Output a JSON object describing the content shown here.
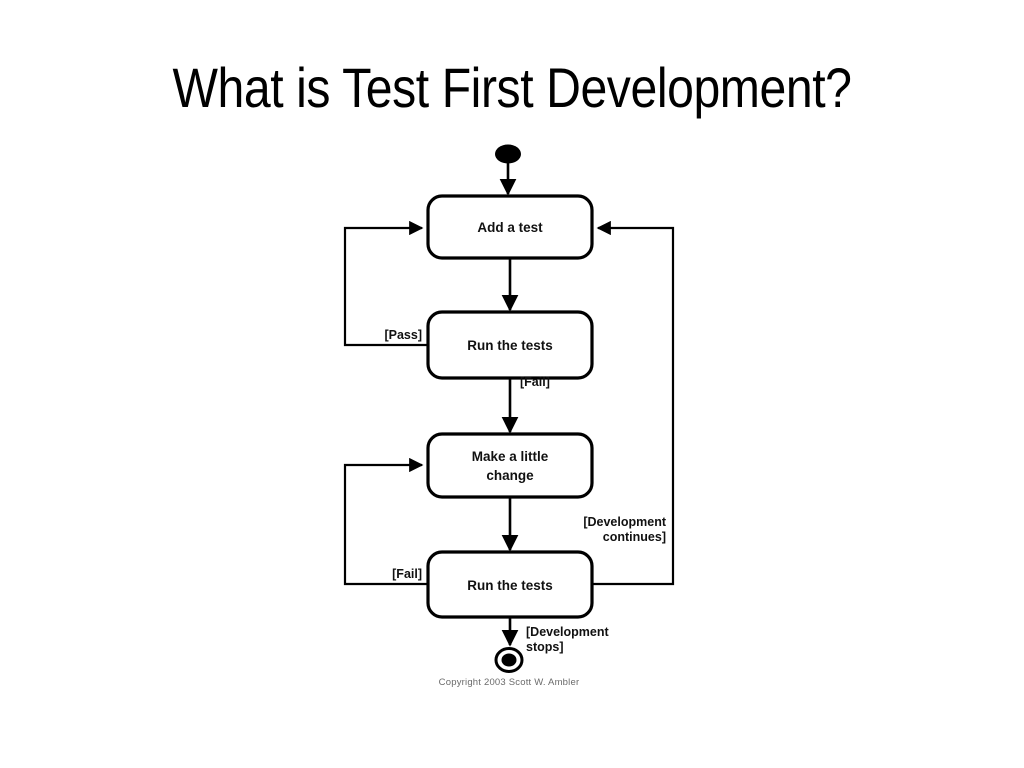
{
  "slide": {
    "title": "What is Test First Development?",
    "background_color": "#ffffff",
    "text_color": "#000000"
  },
  "diagram": {
    "type": "uml-activity-diagram",
    "title": "Test First Development",
    "copyright": "Copyright 2003 Scott W. Ambler",
    "nodes": [
      {
        "id": "start",
        "kind": "initial-node",
        "label": ""
      },
      {
        "id": "add-test",
        "kind": "action",
        "label": "Add a test"
      },
      {
        "id": "run-tests-1",
        "kind": "action",
        "label": "Run the tests"
      },
      {
        "id": "make-change",
        "kind": "action",
        "label_line1": "Make a little",
        "label_line2": "change"
      },
      {
        "id": "run-tests-2",
        "kind": "action",
        "label": "Run the tests"
      },
      {
        "id": "end",
        "kind": "final-node",
        "label": ""
      }
    ],
    "edges": [
      {
        "from": "start",
        "to": "add-test",
        "guard": ""
      },
      {
        "from": "add-test",
        "to": "run-tests-1",
        "guard": ""
      },
      {
        "from": "run-tests-1",
        "to": "add-test",
        "guard": "[Pass]"
      },
      {
        "from": "run-tests-1",
        "to": "make-change",
        "guard": "[Fail]"
      },
      {
        "from": "make-change",
        "to": "run-tests-2",
        "guard": ""
      },
      {
        "from": "run-tests-2",
        "to": "make-change",
        "guard": "[Fail]"
      },
      {
        "from": "run-tests-2",
        "to": "add-test",
        "guard_line1": "[Development",
        "guard_line2": "continues]"
      },
      {
        "from": "run-tests-2",
        "to": "end",
        "guard_line1": "[Development",
        "guard_line2": "stops]"
      }
    ],
    "guards": {
      "pass": "[Pass]",
      "fail_upper": "[Fail]",
      "fail_lower": "[Fail]",
      "dev_continues_line1": "[Development",
      "dev_continues_line2": "continues]",
      "dev_stops_line1": "[Development",
      "dev_stops_line2": "stops]"
    },
    "colors": {
      "stroke": "#000000",
      "box_fill": "#ffffff",
      "copyright_text": "#6b6b6b"
    }
  }
}
